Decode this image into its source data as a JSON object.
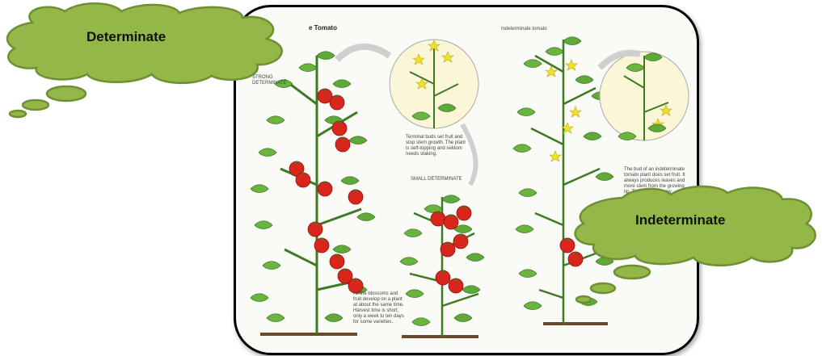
{
  "panel": {
    "left_title": "e Tomato",
    "right_title": "Indeterminate tomato",
    "strong_label": "STRONG DETERMINATE",
    "small_label": "SMALL DETERMINATE",
    "terminal_text": "Terminal buds set fruit and stop stem growth. The plant is self-topping and seldom needs staking.",
    "blossom_text": "All the blossoms and fruit develop on a plant at about the same time. Harvest time is short, only a week to ten days for some varieties.",
    "indeterminate_text": "The bud of an indeterminate tomato plant does set fruit. It always produces leaves and more stem from the growing tip. The vine can grow indefinitely."
  },
  "callouts": {
    "left": "Determinate",
    "right": "Indeterminate"
  },
  "colors": {
    "bubble_fill": "#93b848",
    "bubble_stroke": "#6f8f34",
    "leaf": "#5fa83a",
    "fruit": "#d9261c",
    "flower": "#f2e22a"
  }
}
